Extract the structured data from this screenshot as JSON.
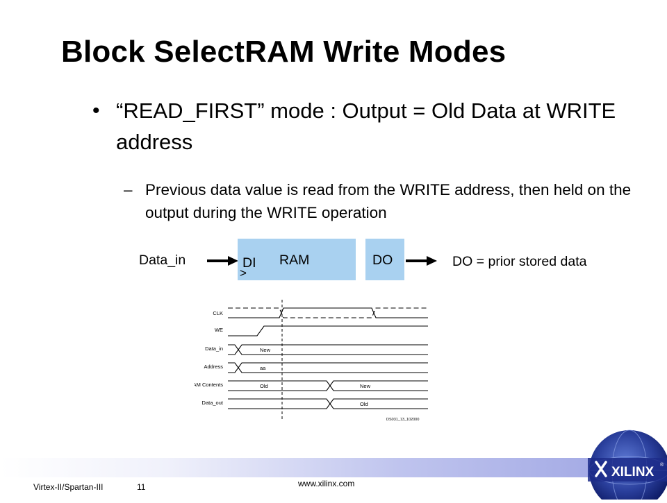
{
  "slide": {
    "title": "Block SelectRAM Write Modes",
    "bullet_symbol": "•",
    "bullet_text": "“READ_FIRST” mode : Output = Old Data at WRITE address",
    "sub_dash": "–",
    "sub_text": "Previous data value is read from the WRITE address, then held on the output during the WRITE operation"
  },
  "block_diagram": {
    "data_in_label": "Data_in",
    "di_label": "DI",
    "clock_symbol": ">",
    "ram_label": "RAM",
    "do_label": "DO",
    "result_label": "DO = prior stored data"
  },
  "timing_diagram": {
    "signals": [
      "CLK",
      "WE",
      "Data_in",
      "Address",
      "RAM Contents",
      "Data_out"
    ],
    "data_in_value": "New",
    "address_value": "aa",
    "ram_old": "Old",
    "ram_new": "New",
    "data_out_value": "Old",
    "figure_id": "DS031_13_102000"
  },
  "footer": {
    "left_text": "Virtex-II/Spartan-III",
    "page_number": "11",
    "url": "www.xilinx.com",
    "logo_text": "XILINX",
    "logo_mark": "®"
  },
  "colors": {
    "ram_fill": "#a9d1f0",
    "logo_blue": "#1c2b8a"
  }
}
